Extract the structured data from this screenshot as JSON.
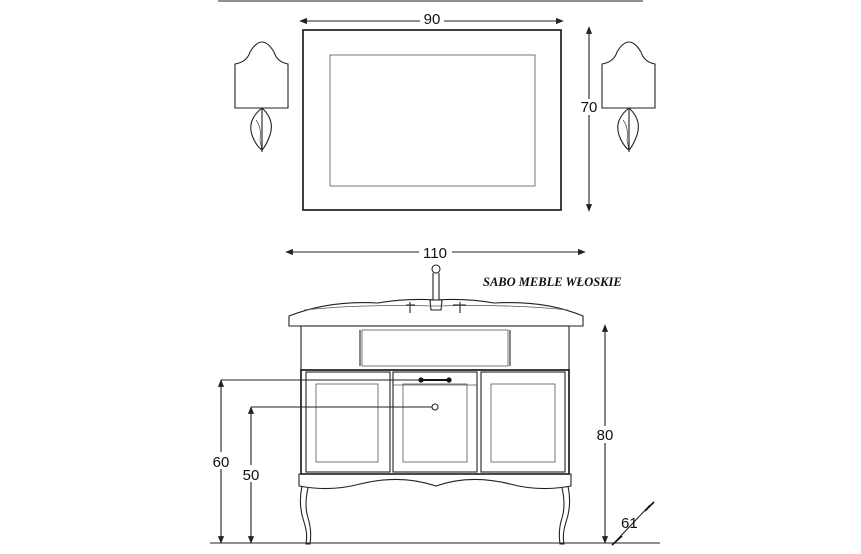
{
  "brand_label": "SABO MEBLE WŁOSKIE",
  "dimensions": {
    "mirror_width": "90",
    "mirror_height": "70",
    "vanity_width": "110",
    "vanity_height": "80",
    "drawer_handle_height": "60",
    "door_knob_height": "50",
    "depth": "61"
  }
}
